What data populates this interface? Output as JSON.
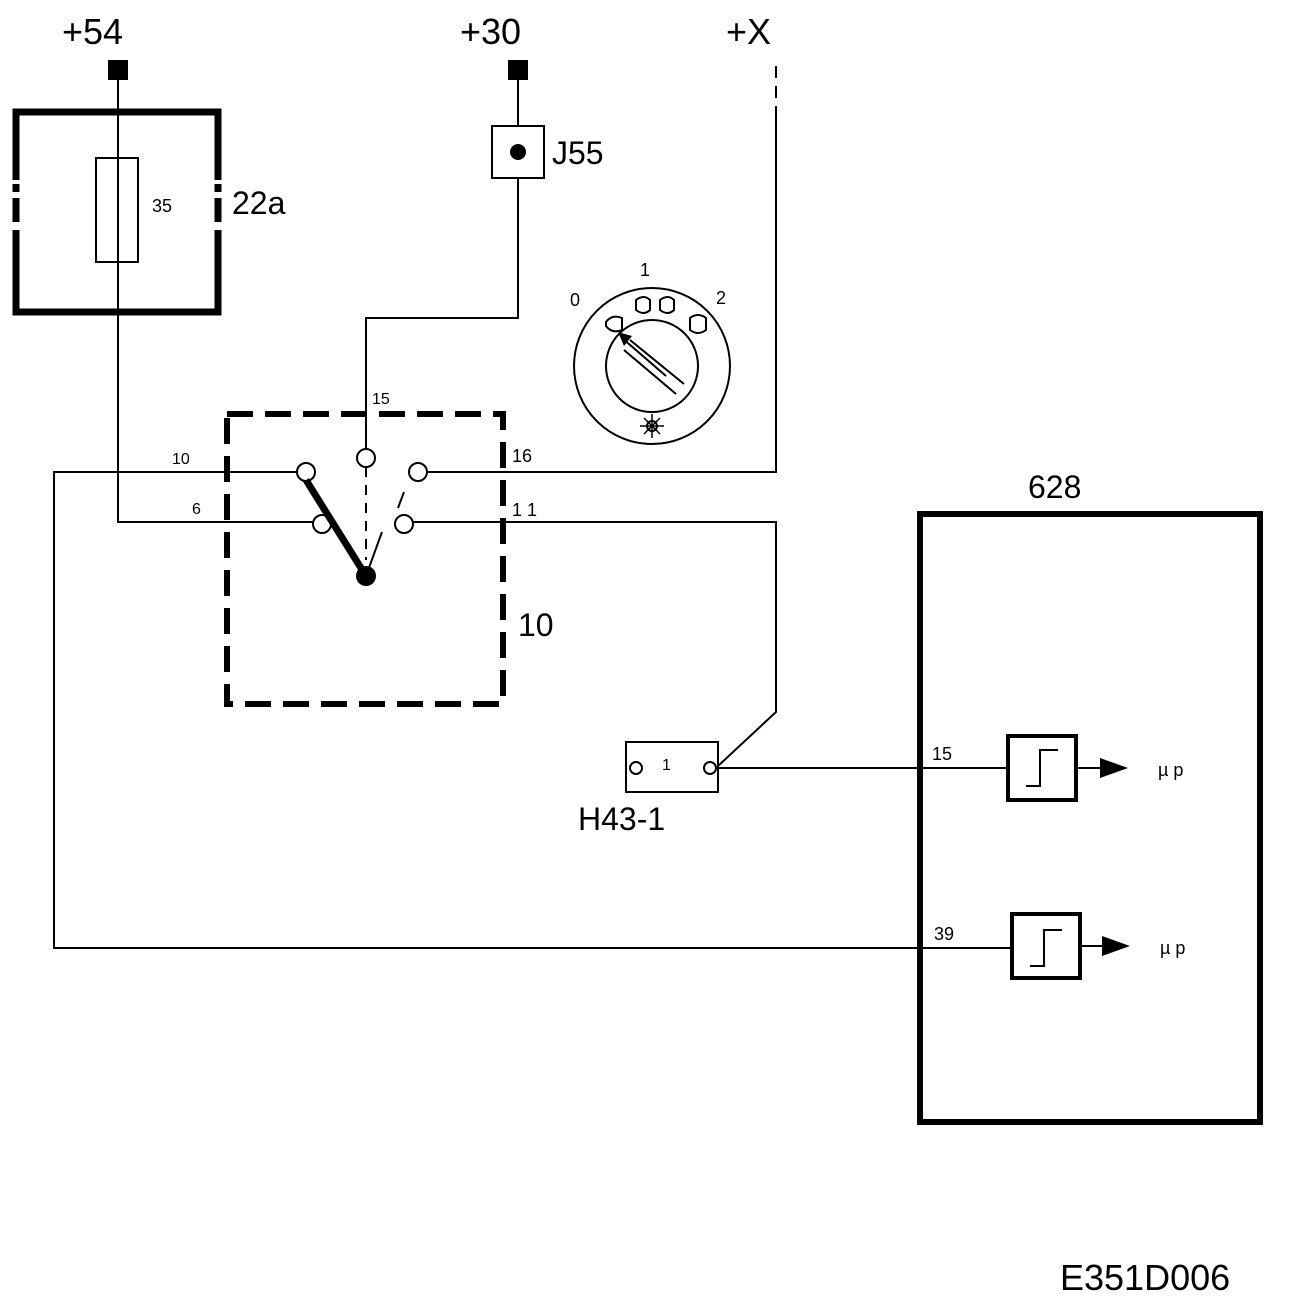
{
  "terminals": {
    "t54": "+54",
    "t30": "+30",
    "tx": "+X"
  },
  "components": {
    "fuse_box": "22a",
    "fuse_value": "35",
    "connector_j": "J55",
    "switch": "10",
    "connector_h": "H43-1",
    "connector_h_pin": "1",
    "module": "628"
  },
  "switch_pins": {
    "p15": "15",
    "p10": "10",
    "p6": "6",
    "p16": "16",
    "p11": "1 1"
  },
  "dial_positions": {
    "pos0": "0",
    "pos1": "1",
    "pos2": "2"
  },
  "module_pins": {
    "in15": "15",
    "in39": "39",
    "out1": "µ p",
    "out2": "µ p"
  },
  "diagram_code": "E351D006",
  "icons": [
    "fuse-icon",
    "rotary-light-switch-icon",
    "comparator-icon",
    "arrow-icon"
  ]
}
